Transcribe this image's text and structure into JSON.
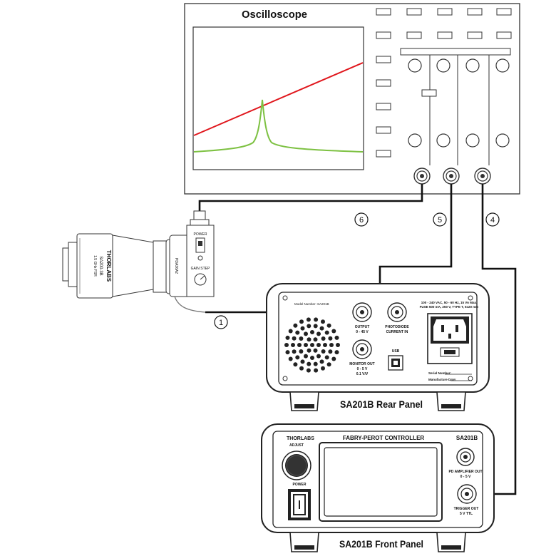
{
  "oscilloscope": {
    "title": "Oscilloscope",
    "trace_ramp_color": "#e0161c",
    "trace_peak_color": "#7dc142"
  },
  "detector": {
    "power_label": "POWER",
    "gain_label": "GAIN STEP",
    "side_label": "PDA36A2"
  },
  "interferometer": {
    "brand": "THORLABS",
    "model": "SA200-3B",
    "range": "1.5 GHz FSR"
  },
  "rear_panel": {
    "caption": "SA201B Rear Panel",
    "model_number": "Model Number:  SA201B",
    "power_spec": "100 - 240 VAC, 50 - 60 Hz, 15 VA Max.",
    "fuse_spec": "FUSE 500 mA, 250 V, TYPE T, 5x20 mm",
    "output_label": "OUTPUT",
    "output_range": "0 - 45 V",
    "photodiode_label": "PHOTODIODE",
    "photodiode_sub": "CURRENT IN",
    "monitor_label": "MONITOR OUT",
    "monitor_range": "0 - 5 V",
    "monitor_scale": "0.1 V/V",
    "usb_label": "USB",
    "serial_label": "Serial Number:",
    "date_label": "Manufacture Date:"
  },
  "front_panel": {
    "caption": "SA201B Front Panel",
    "brand": "THORLABS",
    "title": "FABRY-PEROT CONTROLLER",
    "model": "SA201B",
    "adjust_label": "ADJUST",
    "power_label": "POWER",
    "pd_out_label": "PD AMPLIFIER OUT",
    "pd_out_range": "0 - 5 V",
    "trigger_label": "TRIGGER OUT",
    "trigger_range": "5 V TTL"
  },
  "connections": [
    {
      "id": "1"
    },
    {
      "id": "4"
    },
    {
      "id": "5"
    },
    {
      "id": "6"
    }
  ]
}
